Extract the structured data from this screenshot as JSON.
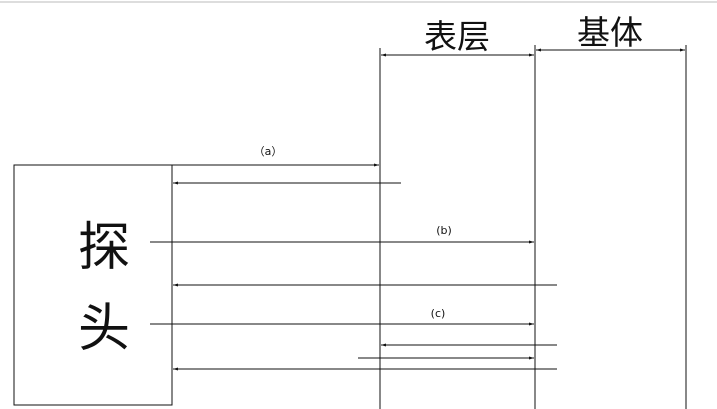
{
  "layers": {
    "coating_label": "表层",
    "substrate_label": "基体"
  },
  "probe": {
    "char_1": "探",
    "char_2": "头"
  },
  "paths": {
    "a_label": "（a）",
    "b_label": "(b)",
    "c_label": "(c)"
  },
  "colors": {
    "line": "#111111",
    "background": "#ffffff"
  }
}
